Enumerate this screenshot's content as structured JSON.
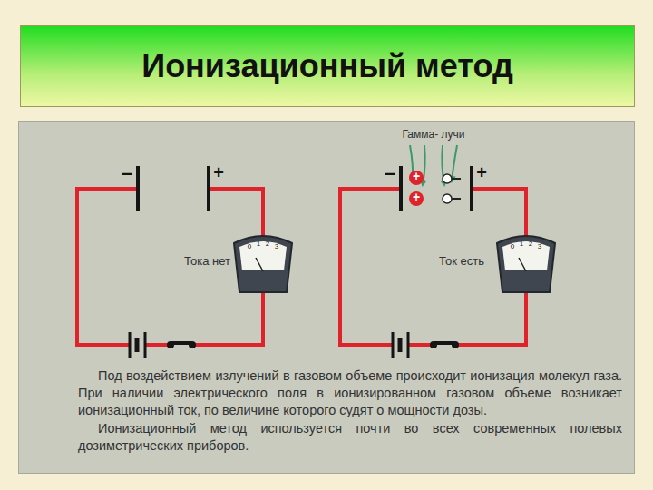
{
  "diagram": {
    "title": "Ионизационный метод",
    "caption": "Под воздействием излучений в газовом объеме происходит ионизация молекул газа. При наличии электрического поля в ионизированном газовом объеме возникает ионизационный ток, по величине которого судят о мощности дозы.",
    "labels": [
      "–",
      "+",
      "Тока нет",
      "0",
      "1",
      "2",
      "3",
      "Гамма- лучи",
      "–",
      "+",
      "+",
      "+",
      "Ток есть",
      "0",
      "1",
      "2",
      "3",
      "Ионизационный метод используется почти во всех современных полевых дозиметрических приборов."
    ]
  }
}
